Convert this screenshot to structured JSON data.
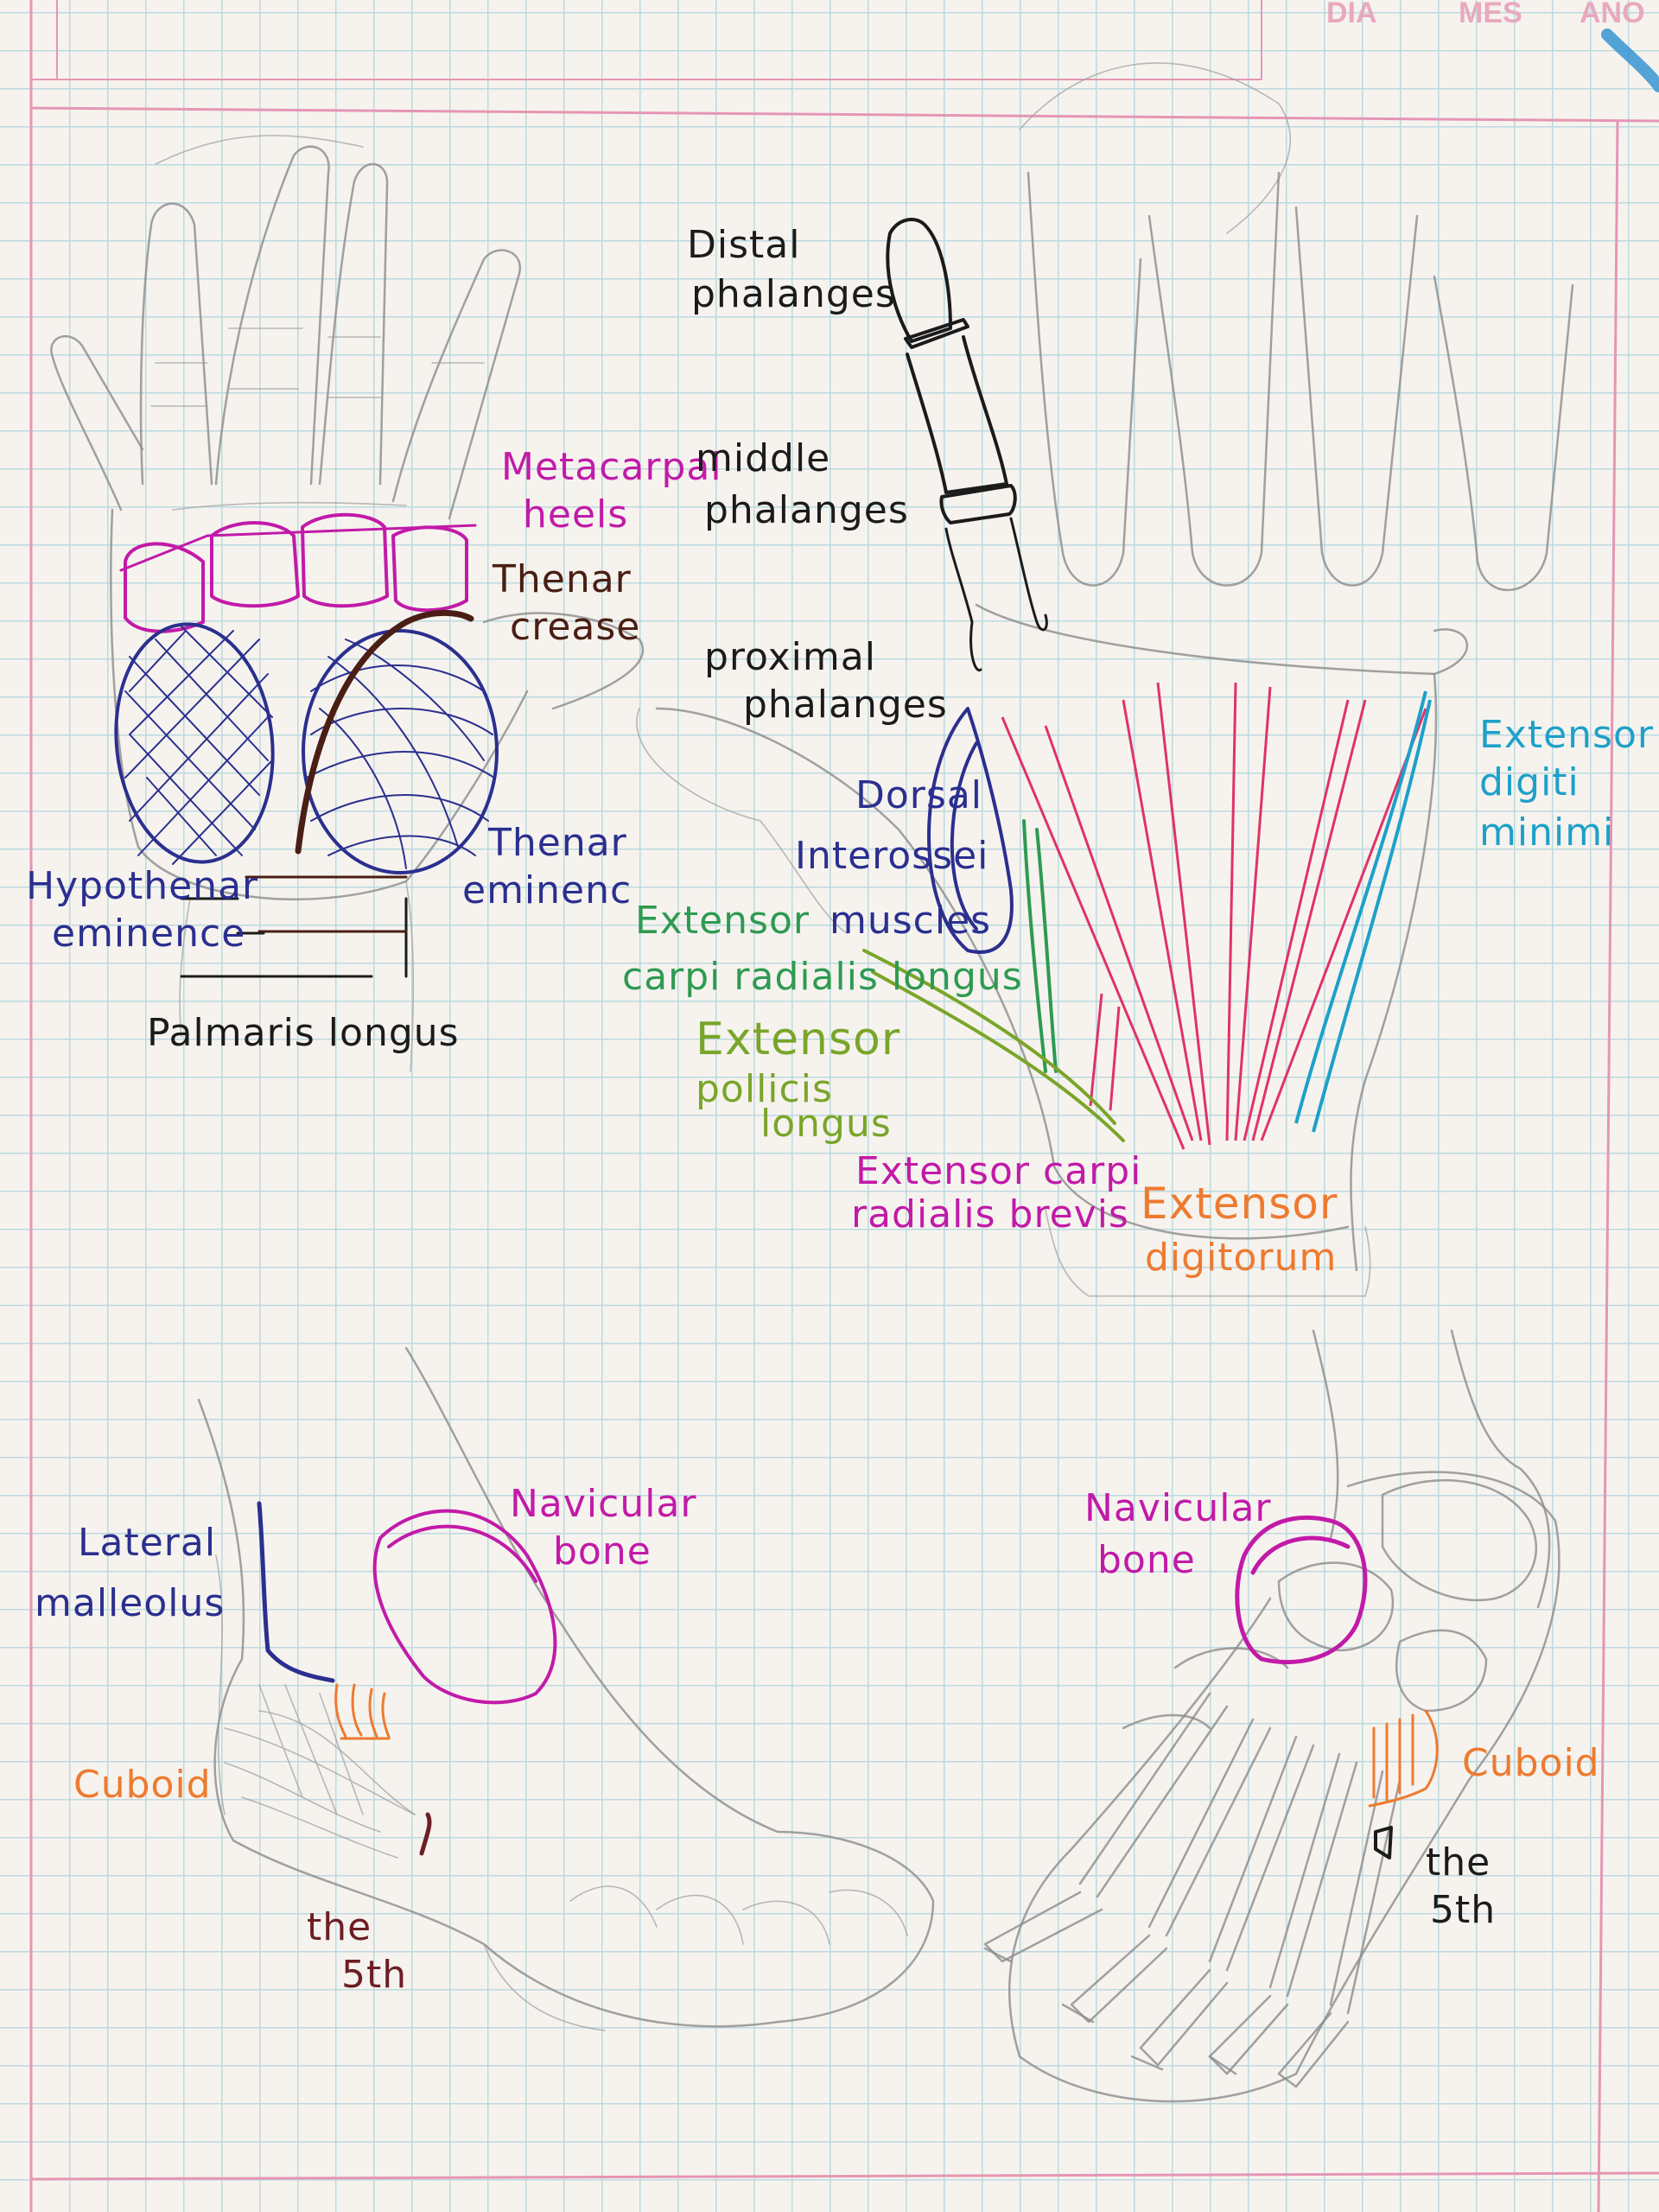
{
  "header": {
    "day": "DIA",
    "month": "MES",
    "year": "ANO"
  },
  "labels": {
    "distal_phalanges": [
      "Distal",
      "phalanges"
    ],
    "metacarpal_heels": [
      "Metacarpal",
      "heels"
    ],
    "middle_phalanges": [
      "middle",
      "phalanges"
    ],
    "thenar_crease": [
      "Thenar",
      "crease"
    ],
    "proximal_phalanges": [
      "proximal",
      "phalanges"
    ],
    "dorsal_interossei": [
      "Dorsal",
      "Interossei",
      "muscles"
    ],
    "extensor_digiti_minimi": [
      "Extensor",
      "digiti",
      "minimi"
    ],
    "thenar_eminence": [
      "Thenar",
      "eminenc"
    ],
    "hypothenar_eminence": [
      "Hypothenar",
      "eminence"
    ],
    "palmaris_longus": "Palmaris longus",
    "extensor_carpi_radialis_longus": [
      "Extensor",
      "carpi radialis longus"
    ],
    "extensor_pollicis_longus": [
      "Extensor",
      "pollicis",
      "longus"
    ],
    "extensor_carpi_radialis_brevis": [
      "Extensor carpi",
      "radialis brevis"
    ],
    "extensor_digitorum": [
      "Extensor",
      "digitorum"
    ],
    "lateral_malleolus": [
      "Lateral",
      "malleolus"
    ],
    "navicular_bone_side": [
      "Navicular",
      "bone"
    ],
    "cuboid_side": "Cuboid",
    "the_5th_side": [
      "the",
      "5th"
    ],
    "navicular_bone_top": [
      "Navicular",
      "bone"
    ],
    "cuboid_top": "Cuboid",
    "the_5th_top": [
      "the",
      "5th"
    ]
  },
  "colors": {
    "paper": "#f6f3ee",
    "grid": "#bcd9e0",
    "margin_red": "#e596b4",
    "black_ink": "#1b1b1b",
    "magenta": "#c21aa8",
    "pink_red": "#e0326a",
    "navy": "#2b2f8f",
    "dark_brown": "#4a1e14",
    "cyan": "#1ea0c9",
    "green": "#2e9a52",
    "olive_green": "#7aa52a",
    "orange": "#ee7a30",
    "maroon": "#6d1e24",
    "pencil": "#8b8b8b"
  }
}
